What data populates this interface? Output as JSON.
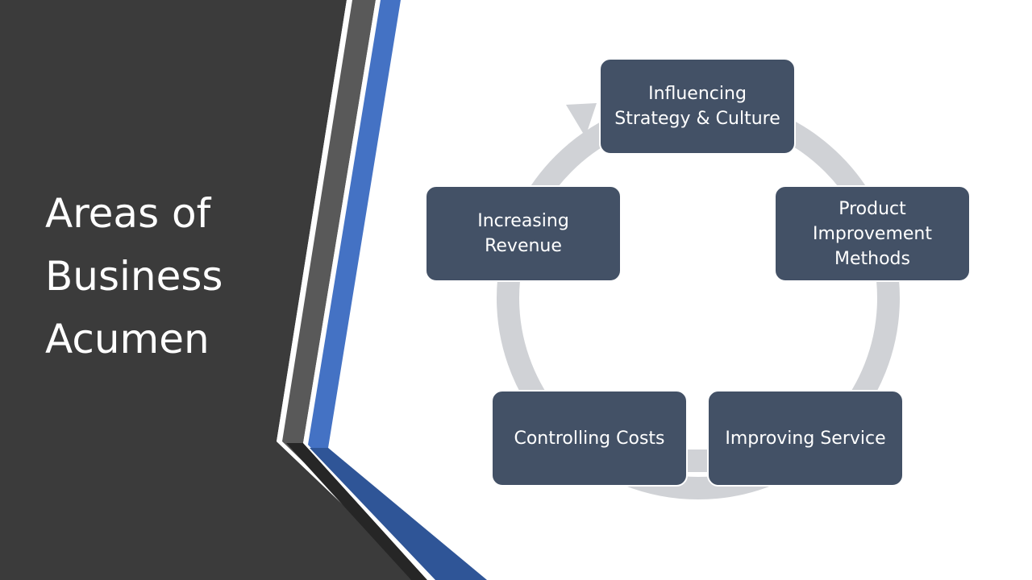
{
  "slide": {
    "title_lines": [
      "Areas of",
      "Business",
      "Acumen"
    ]
  },
  "cycle": {
    "nodes": [
      {
        "lines": [
          "Influencing",
          "Strategy & Culture"
        ]
      },
      {
        "lines": [
          "Product",
          "Improvement",
          "Methods"
        ]
      },
      {
        "lines": [
          "Improving Service"
        ]
      },
      {
        "lines": [
          "Controlling Costs"
        ]
      },
      {
        "lines": [
          "Increasing",
          "Revenue"
        ]
      }
    ]
  },
  "colors": {
    "panel_dark": "#3b3b3b",
    "stripe_gray": "#595959",
    "stripe_blue": "#4472c4",
    "stripe_blue_dark": "#2f5597",
    "node_fill": "#435166",
    "ring": "#d0d2d6",
    "text_light": "#ffffff"
  }
}
